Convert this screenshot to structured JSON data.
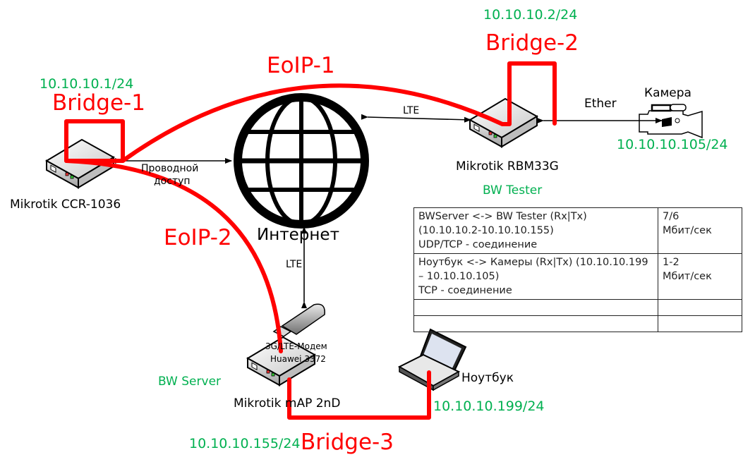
{
  "devices": {
    "ccr": {
      "name": "Mikrotik CCR-1036",
      "ip": "10.10.10.1/24",
      "bridge": "Bridge-1"
    },
    "rbm": {
      "name": "Mikrotik RBM33G",
      "ip": "10.10.10.2/24",
      "bridge": "Bridge-2",
      "role": "BW Tester"
    },
    "map": {
      "name": "Mikrotik mAP 2nD",
      "ip": "10.10.10.155/24",
      "bridge": "Bridge-3",
      "role": "BW Server"
    },
    "modem": {
      "line1": "3G/LTE-Модем",
      "line2": "Huawei 3372"
    },
    "camera": {
      "name": "Камера",
      "ip": "10.10.10.105/24"
    },
    "laptop": {
      "name": "Ноутбук",
      "ip": "10.10.10.199/24"
    },
    "internet": {
      "name": "Интернет"
    }
  },
  "links": {
    "wired_line1": "Проводной",
    "wired_line2": "доступ",
    "lte_top": "LTE",
    "lte_bottom": "LTE",
    "ether": "Ether",
    "eoip1": "EoIP-1",
    "eoip2": "EoIP-2"
  },
  "table": {
    "rows": [
      {
        "desc": [
          "BWServer <-> BW Tester (Rx|Tx)",
          "(10.10.10.2-10.10.10.155)",
          "UDP/TCP - соединение"
        ],
        "speed": [
          "7/6",
          "Мбит/сек"
        ]
      },
      {
        "desc": [
          "Ноутбук <-> Камеры (Rx|Tx) (10.10.10.199",
          "– 10.10.10.105)",
          "TCP - соединение"
        ],
        "speed": [
          "1-2",
          "Мбит/сек"
        ]
      },
      {
        "desc": [],
        "speed": []
      },
      {
        "desc": [],
        "speed": []
      }
    ]
  },
  "colors": {
    "tunnel": "#ff0000",
    "ip_text": "#00b050",
    "line": "#000000"
  }
}
